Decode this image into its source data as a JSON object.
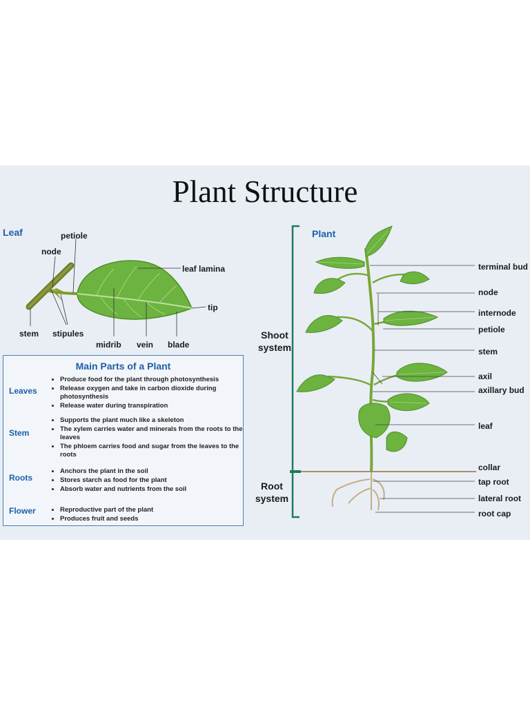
{
  "title": "Plant Structure",
  "leaf_diagram": {
    "heading": "Leaf",
    "labels": {
      "petiole": "petiole",
      "node": "node",
      "leaf_lamina": "leaf lamina",
      "tip": "tip",
      "stem": "stem",
      "stipules": "stipules",
      "midrib": "midrib",
      "vein": "vein",
      "blade": "blade"
    }
  },
  "main_parts": {
    "title": "Main Parts of a Plant",
    "parts": [
      {
        "name": "Leaves",
        "points": [
          "Produce food for the plant through photosynthesis",
          "Release oxygen and take in carbon dioxide during photosynthesis",
          "Release water during transpiration"
        ]
      },
      {
        "name": "Stem",
        "points": [
          "Supports the plant much like a skeleton",
          "The xylem carries water and minerals from the roots to the leaves",
          "The phloem carries food and sugar from the leaves to the roots"
        ]
      },
      {
        "name": "Roots",
        "points": [
          "Anchors the plant in the soil",
          "Stores starch as food for the plant",
          "Absorb water and nutrients from the soil"
        ]
      },
      {
        "name": "Flower",
        "points": [
          "Reproductive part of the plant",
          "Produces fruit and seeds"
        ]
      }
    ]
  },
  "plant_diagram": {
    "heading": "Plant",
    "shoot_system": "Shoot system",
    "root_system": "Root system",
    "labels": {
      "terminal_bud": "terminal bud",
      "node": "node",
      "internode": "internode",
      "petiole": "petiole",
      "stem": "stem",
      "axil": "axil",
      "axillary_bud": "axillary bud",
      "leaf": "leaf",
      "collar": "collar",
      "tap_root": "tap root",
      "lateral_root": "lateral root",
      "root_cap": "root cap"
    }
  },
  "colors": {
    "heading_blue": "#1d5fa8",
    "bracket_teal": "#1e7a5c",
    "leaf_green": "#6cb33f",
    "panel_bg": "#e9eef5"
  }
}
